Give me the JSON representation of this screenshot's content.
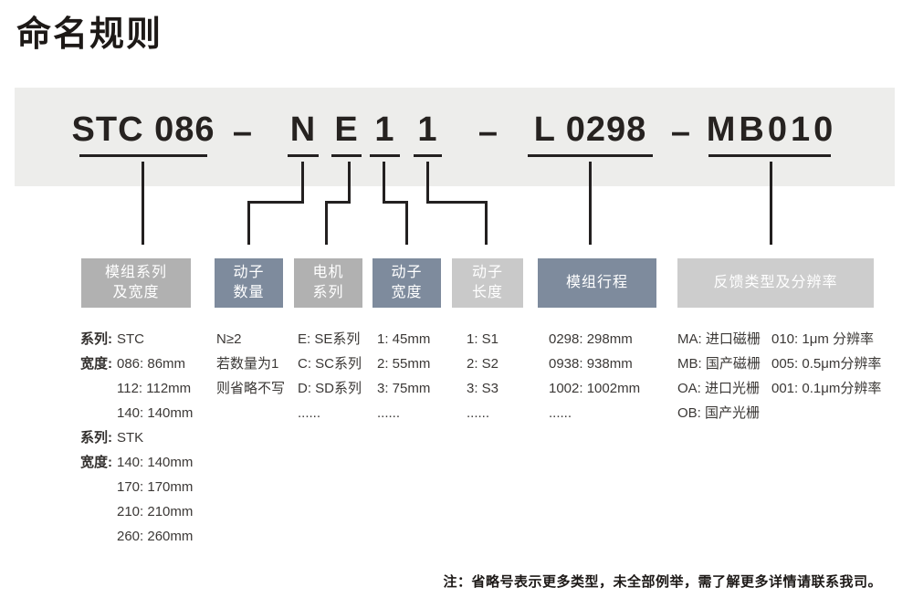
{
  "title": "命名规则",
  "code": {
    "series_width": "STC 086",
    "dash": "–",
    "mover_count": "N",
    "motor_series": "E",
    "mover_width": "1",
    "mover_length": "1",
    "stroke": "L 0298",
    "feedback": "MB010"
  },
  "boxes": {
    "series_width": {
      "line1": "模组系列",
      "line2": "及宽度"
    },
    "mover_count": {
      "line1": "动子",
      "line2": "数量"
    },
    "motor_series": {
      "line1": "电机",
      "line2": "系列"
    },
    "mover_width": {
      "line1": "动子",
      "line2": "宽度"
    },
    "mover_length": {
      "line1": "动子",
      "line2": "长度"
    },
    "stroke": {
      "line1": "模组行程"
    },
    "feedback": {
      "line1": "反馈类型及分辨率"
    }
  },
  "details": {
    "module_series": {
      "rows": [
        {
          "label": "系列:",
          "value": "STC"
        },
        {
          "label": "宽度:",
          "value": "086: 86mm"
        },
        {
          "label": "",
          "value": "112: 112mm"
        },
        {
          "label": "",
          "value": "140: 140mm"
        },
        {
          "label": "系列:",
          "value": "STK"
        },
        {
          "label": "宽度:",
          "value": "140: 140mm"
        },
        {
          "label": "",
          "value": "170: 170mm"
        },
        {
          "label": "",
          "value": "210: 210mm"
        },
        {
          "label": "",
          "value": "260: 260mm"
        }
      ]
    },
    "mover_count": {
      "lines": [
        "N≥2",
        "若数量为1",
        "则省略不写"
      ]
    },
    "motor_series": {
      "lines": [
        "E: SE系列",
        "C: SC系列",
        "D: SD系列",
        "......"
      ]
    },
    "mover_width": {
      "lines": [
        "1: 45mm",
        "2: 55mm",
        "3: 75mm",
        "......"
      ]
    },
    "mover_length": {
      "lines": [
        "1: S1",
        "2: S2",
        "3: S3",
        "......"
      ]
    },
    "module_stroke": {
      "lines": [
        "0298: 298mm",
        "0938: 938mm",
        "1002: 1002mm",
        "......"
      ]
    },
    "feedback_type": {
      "lines": [
        "MA: 进口磁栅",
        "MB: 国产磁栅",
        "OA: 进口光栅",
        "OB: 国产光栅"
      ]
    },
    "feedback_resolution": {
      "lines": [
        "010: 1μm 分辨率",
        "005: 0.5μm分辨率",
        "001: 0.1μm分辨率"
      ]
    }
  },
  "note": "注：省略号表示更多类型，未全部例举，需了解更多详情请联系我司。",
  "colors": {
    "band_bg": "#ededeb",
    "box_gray": "#b1b1b1",
    "box_blue_gray": "#7e8b9d",
    "box_light_gray": "#c9c9c9",
    "box_lighter_gray": "#cdcdcd",
    "connector": "#232020",
    "code_text": "#262220",
    "body_text": "#3b3836"
  }
}
